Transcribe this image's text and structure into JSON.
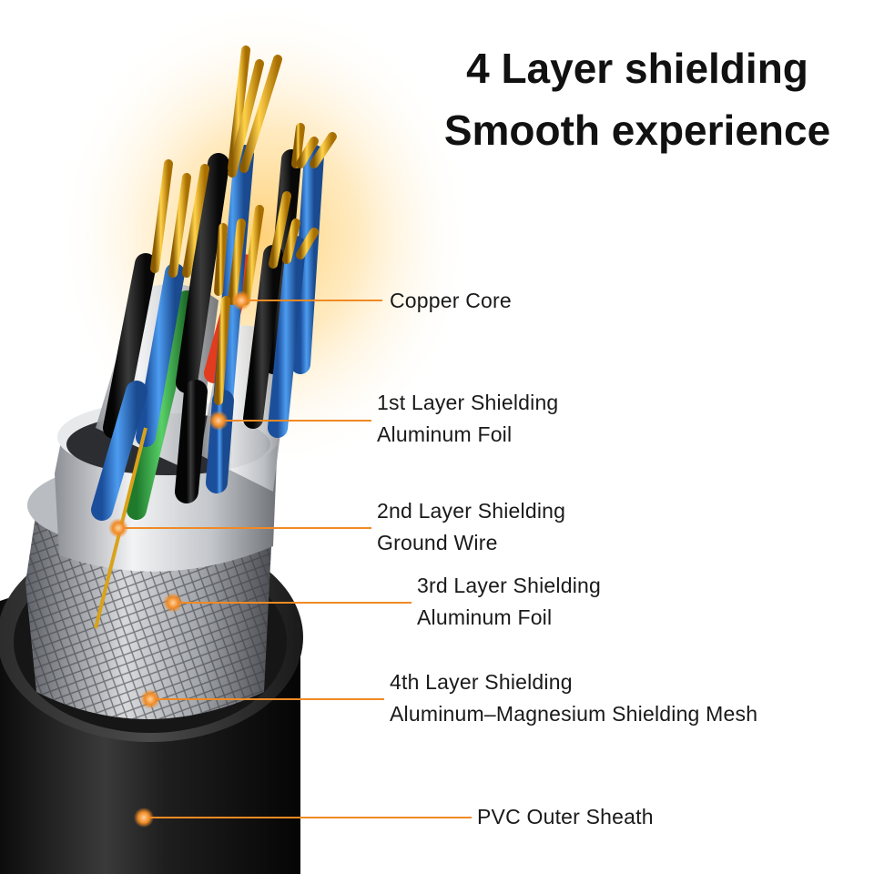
{
  "title": {
    "line1": "4 Layer shielding",
    "line2": "Smooth experience"
  },
  "callouts": [
    {
      "name": "copper-core",
      "lines": [
        "Copper Core"
      ]
    },
    {
      "name": "first-layer",
      "lines": [
        "1st Layer Shielding",
        "Aluminum Foil"
      ]
    },
    {
      "name": "second-layer",
      "lines": [
        "2nd Layer Shielding",
        "Ground Wire"
      ]
    },
    {
      "name": "third-layer",
      "lines": [
        "3rd Layer Shielding",
        "Aluminum Foil"
      ]
    },
    {
      "name": "fourth-layer",
      "lines": [
        "4th Layer Shielding",
        "Aluminum–Magnesium Shielding Mesh"
      ]
    },
    {
      "name": "outer-sheath",
      "lines": [
        "PVC Outer Sheath"
      ]
    }
  ],
  "colors": {
    "leader_line": "#f08a24",
    "copper": "#d9a21a",
    "blue_insulation": "#2f7fd6",
    "black_insulation": "#1b1b1b",
    "green_wire": "#3cb44b",
    "red_wire": "#e23b1e",
    "pvc_sheath": "#2a2a2a",
    "foil": "#c9ccd1"
  }
}
